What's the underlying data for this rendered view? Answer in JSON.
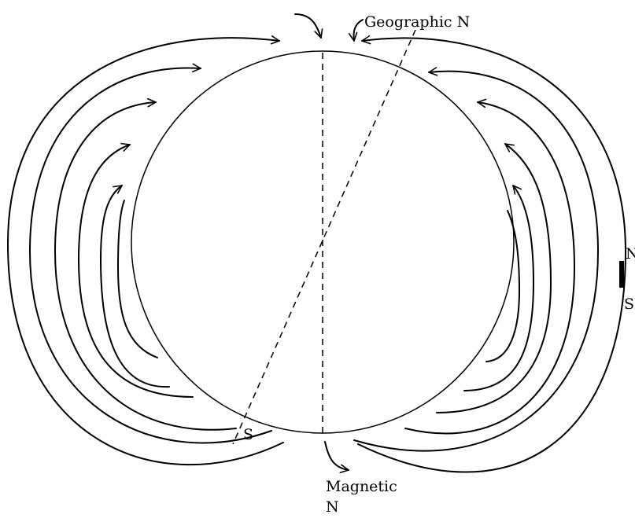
{
  "labels": {
    "geographic_n": "Geographic N",
    "magnetic": "Magnetic",
    "magnetic_n": "N",
    "geographic_s": "S",
    "compass_n": "N",
    "compass_s": "S"
  },
  "colors": {
    "ink": "#000000",
    "background": "#ffffff"
  }
}
